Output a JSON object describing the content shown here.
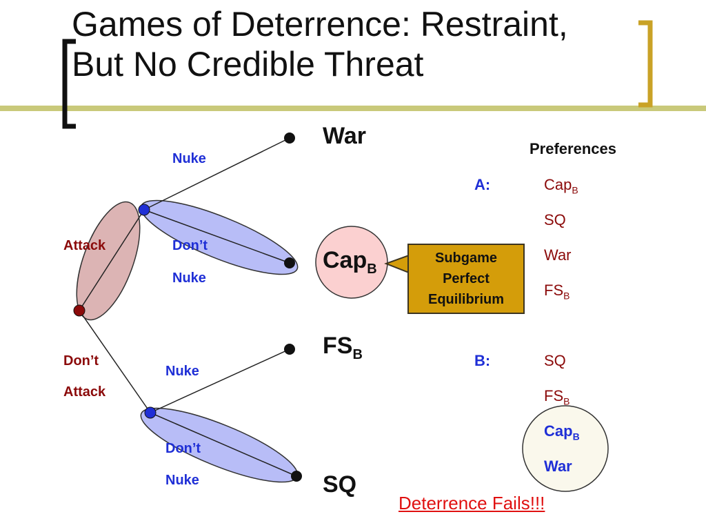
{
  "slide": {
    "title_line1": "Games of Deterrence: Restraint,",
    "title_line2": "But No Credible Threat"
  },
  "colors": {
    "accent_bar": "#c9c97a",
    "bracket": "#c9a227",
    "blue_label": "#1f2fd6",
    "dark_red_label": "#8b0a0a",
    "info_set_blue": "#b8bdf7",
    "info_set_red": "#dcb4b4",
    "callout_fill": "#d49d0a",
    "fails_text": "#e01010"
  },
  "tree": {
    "attack_label": "Attack",
    "dont_attack_line1": "Don’t",
    "dont_attack_line2": "Attack",
    "upper_nuke": "Nuke",
    "upper_dont_line1": "Don’t",
    "upper_dont_line2": "Nuke",
    "lower_nuke": "Nuke",
    "lower_dont_line1": "Don’t",
    "lower_dont_line2": "Nuke"
  },
  "outcomes": {
    "war": "War",
    "cap": "Cap",
    "cap_sub": "B",
    "fs": "FS",
    "fs_sub": "B",
    "sq": "SQ"
  },
  "callout": {
    "text": "Subgame\nPerfect\nEquilibrium"
  },
  "preferences": {
    "header": "Preferences",
    "player_a": "A:",
    "player_b": "B:",
    "a_list": [
      {
        "text": "Cap",
        "sub": "B"
      },
      {
        "text": "SQ",
        "sub": ""
      },
      {
        "text": "War",
        "sub": ""
      },
      {
        "text": "FS",
        "sub": "B"
      }
    ],
    "b_list": [
      {
        "text": "SQ",
        "sub": ""
      },
      {
        "text": "FS",
        "sub": "B"
      },
      {
        "text": "Cap",
        "sub": "B"
      },
      {
        "text": "War",
        "sub": ""
      }
    ]
  },
  "footer": {
    "fails_text": "Deterrence Fails!!!"
  }
}
